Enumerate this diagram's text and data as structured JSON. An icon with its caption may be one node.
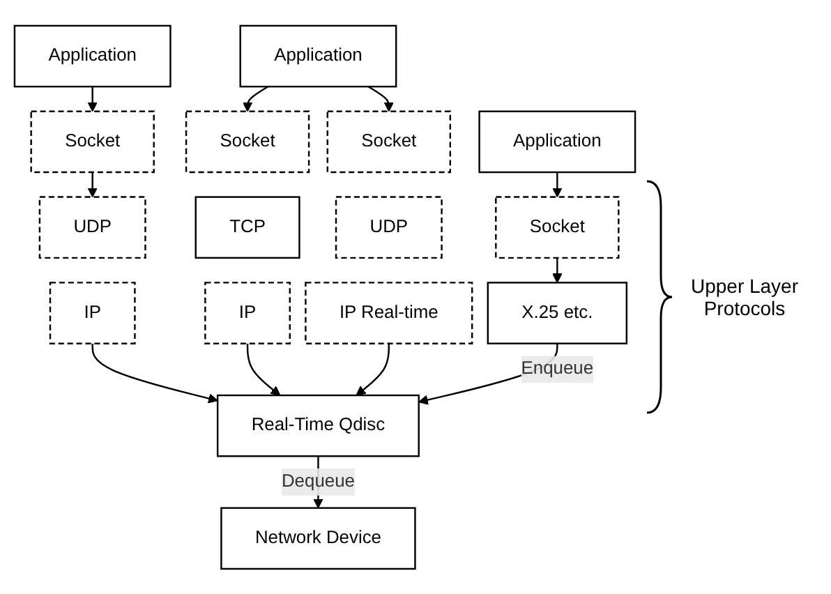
{
  "diagram": {
    "nodes": [
      {
        "text": [
          "Application"
        ]
      },
      {
        "text": [
          "Application"
        ]
      },
      {
        "text": [
          "Application"
        ]
      },
      {
        "text": [
          "Socket"
        ]
      },
      {
        "text": [
          "Socket"
        ]
      },
      {
        "text": [
          "Socket"
        ]
      },
      {
        "text": [
          "Socket"
        ]
      },
      {
        "text": [
          "UDP"
        ]
      },
      {
        "text": [
          "TCP"
        ]
      },
      {
        "text": [
          "UDP"
        ]
      },
      {
        "text": [
          "X.25 etc."
        ]
      },
      {
        "text": [
          "IP"
        ]
      },
      {
        "text": [
          "IP"
        ]
      },
      {
        "text": [
          "IP Real-time"
        ]
      },
      {
        "text": [
          "Real-Time Qdisc"
        ]
      },
      {
        "text": [
          "Network Device"
        ]
      }
    ],
    "edges": [
      {
        "from": 0,
        "to": 3,
        "arrow": "to"
      },
      {
        "from": 1,
        "to": 4,
        "arrow": "to"
      },
      {
        "from": 1,
        "to": 5,
        "arrow": "to"
      },
      {
        "from": 2,
        "to": 6,
        "arrow": "to"
      },
      {
        "from": 3,
        "to": 7,
        "arrow": "to"
      },
      {
        "from": 6,
        "to": 10,
        "arrow": "to"
      },
      {
        "from": 11,
        "to": 14,
        "arrow": "to"
      },
      {
        "from": 12,
        "to": 14,
        "arrow": "to"
      },
      {
        "from": 13,
        "to": 14,
        "arrow": "to"
      },
      {
        "from": 10,
        "to": 14,
        "arrow": "to",
        "label": "Enqueue"
      },
      {
        "from": 14,
        "to": 15,
        "arrow": "to",
        "label": "Dequeue"
      }
    ],
    "labels": [
      "Upper Layer Protocols"
    ]
  }
}
